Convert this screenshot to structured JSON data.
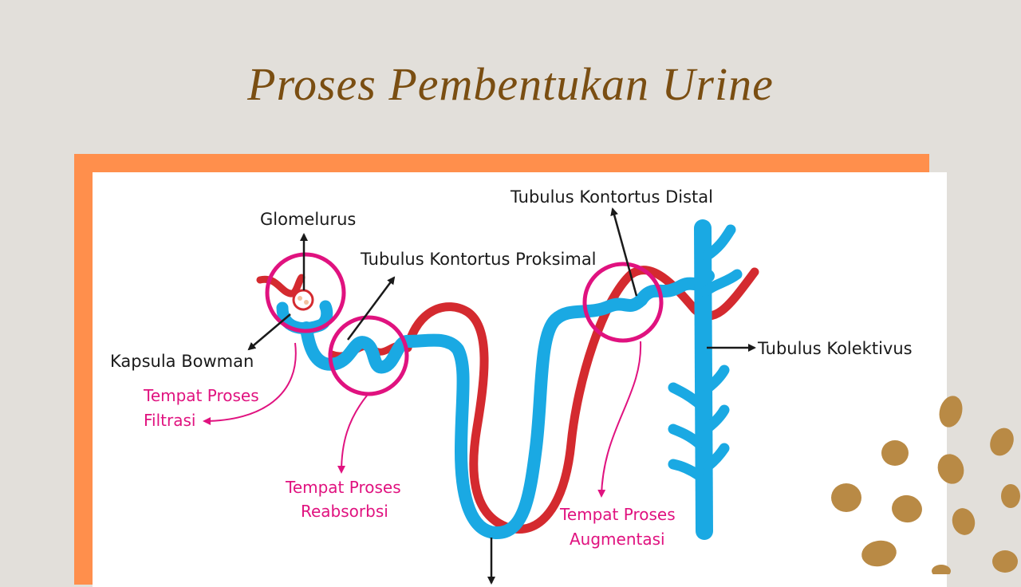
{
  "slide": {
    "title": "Proses Pembentukan Urine"
  },
  "diagram": {
    "labels": {
      "glomerulus": "Glomelurus",
      "kapsula_bowman": "Kapsula Bowman",
      "proksimal": "Tubulus Kontortus Proksimal",
      "distal": "Tubulus Kontortus Distal",
      "kolektivus": "Tubulus Kolektivus"
    },
    "processes": {
      "filtrasi": [
        "Tempat Proses",
        "Filtrasi"
      ],
      "reabsorbsi": [
        "Tempat Proses",
        "Reabsorbsi"
      ],
      "augmentasi": [
        "Tempat Proses",
        "Augmentasi"
      ]
    },
    "colors": {
      "tubule": "#1aa9e3",
      "blood_vessel": "#d42a2f",
      "highlight_circle": "#e0127f",
      "label_text": "#1a1a1a",
      "process_text": "#e0127f",
      "frame": "#ff8f4c",
      "title": "#7a4e12"
    }
  }
}
